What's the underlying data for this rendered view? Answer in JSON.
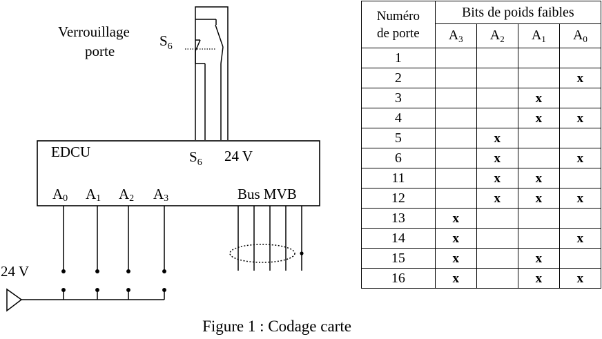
{
  "diagram": {
    "lock_label_line1": "Verrouillage",
    "lock_label_line2": "porte",
    "switch_label": "S",
    "switch_label_sub": "6",
    "box_title": "EDCU",
    "pin_s6": "S",
    "pin_s6_sub": "6",
    "pin_24v": "24 V",
    "bus_label": "Bus MVB",
    "supply_label": "24 V",
    "address_pins": [
      {
        "name": "A",
        "sub": "0"
      },
      {
        "name": "A",
        "sub": "1"
      },
      {
        "name": "A",
        "sub": "2"
      },
      {
        "name": "A",
        "sub": "3"
      }
    ]
  },
  "table": {
    "col1_header_line1": "Numéro",
    "col1_header_line2": "de porte",
    "group_header": "Bits de poids faibles",
    "bit_headers": [
      {
        "name": "A",
        "sub": "3"
      },
      {
        "name": "A",
        "sub": "2"
      },
      {
        "name": "A",
        "sub": "1"
      },
      {
        "name": "A",
        "sub": "0"
      }
    ],
    "rows": [
      {
        "door": "1",
        "a3": "",
        "a2": "",
        "a1": "",
        "a0": ""
      },
      {
        "door": "2",
        "a3": "",
        "a2": "",
        "a1": "",
        "a0": "x"
      },
      {
        "door": "3",
        "a3": "",
        "a2": "",
        "a1": "x",
        "a0": ""
      },
      {
        "door": "4",
        "a3": "",
        "a2": "",
        "a1": "x",
        "a0": "x"
      },
      {
        "door": "5",
        "a3": "",
        "a2": "x",
        "a1": "",
        "a0": ""
      },
      {
        "door": "6",
        "a3": "",
        "a2": "x",
        "a1": "",
        "a0": "x"
      },
      {
        "door": "11",
        "a3": "",
        "a2": "x",
        "a1": "x",
        "a0": ""
      },
      {
        "door": "12",
        "a3": "",
        "a2": "x",
        "a1": "x",
        "a0": "x"
      },
      {
        "door": "13",
        "a3": "x",
        "a2": "",
        "a1": "",
        "a0": ""
      },
      {
        "door": "14",
        "a3": "x",
        "a2": "",
        "a1": "",
        "a0": "x"
      },
      {
        "door": "15",
        "a3": "x",
        "a2": "",
        "a1": "x",
        "a0": ""
      },
      {
        "door": "16",
        "a3": "x",
        "a2": "",
        "a1": "x",
        "a0": "x"
      }
    ]
  },
  "caption": "Figure 1 : Codage carte"
}
